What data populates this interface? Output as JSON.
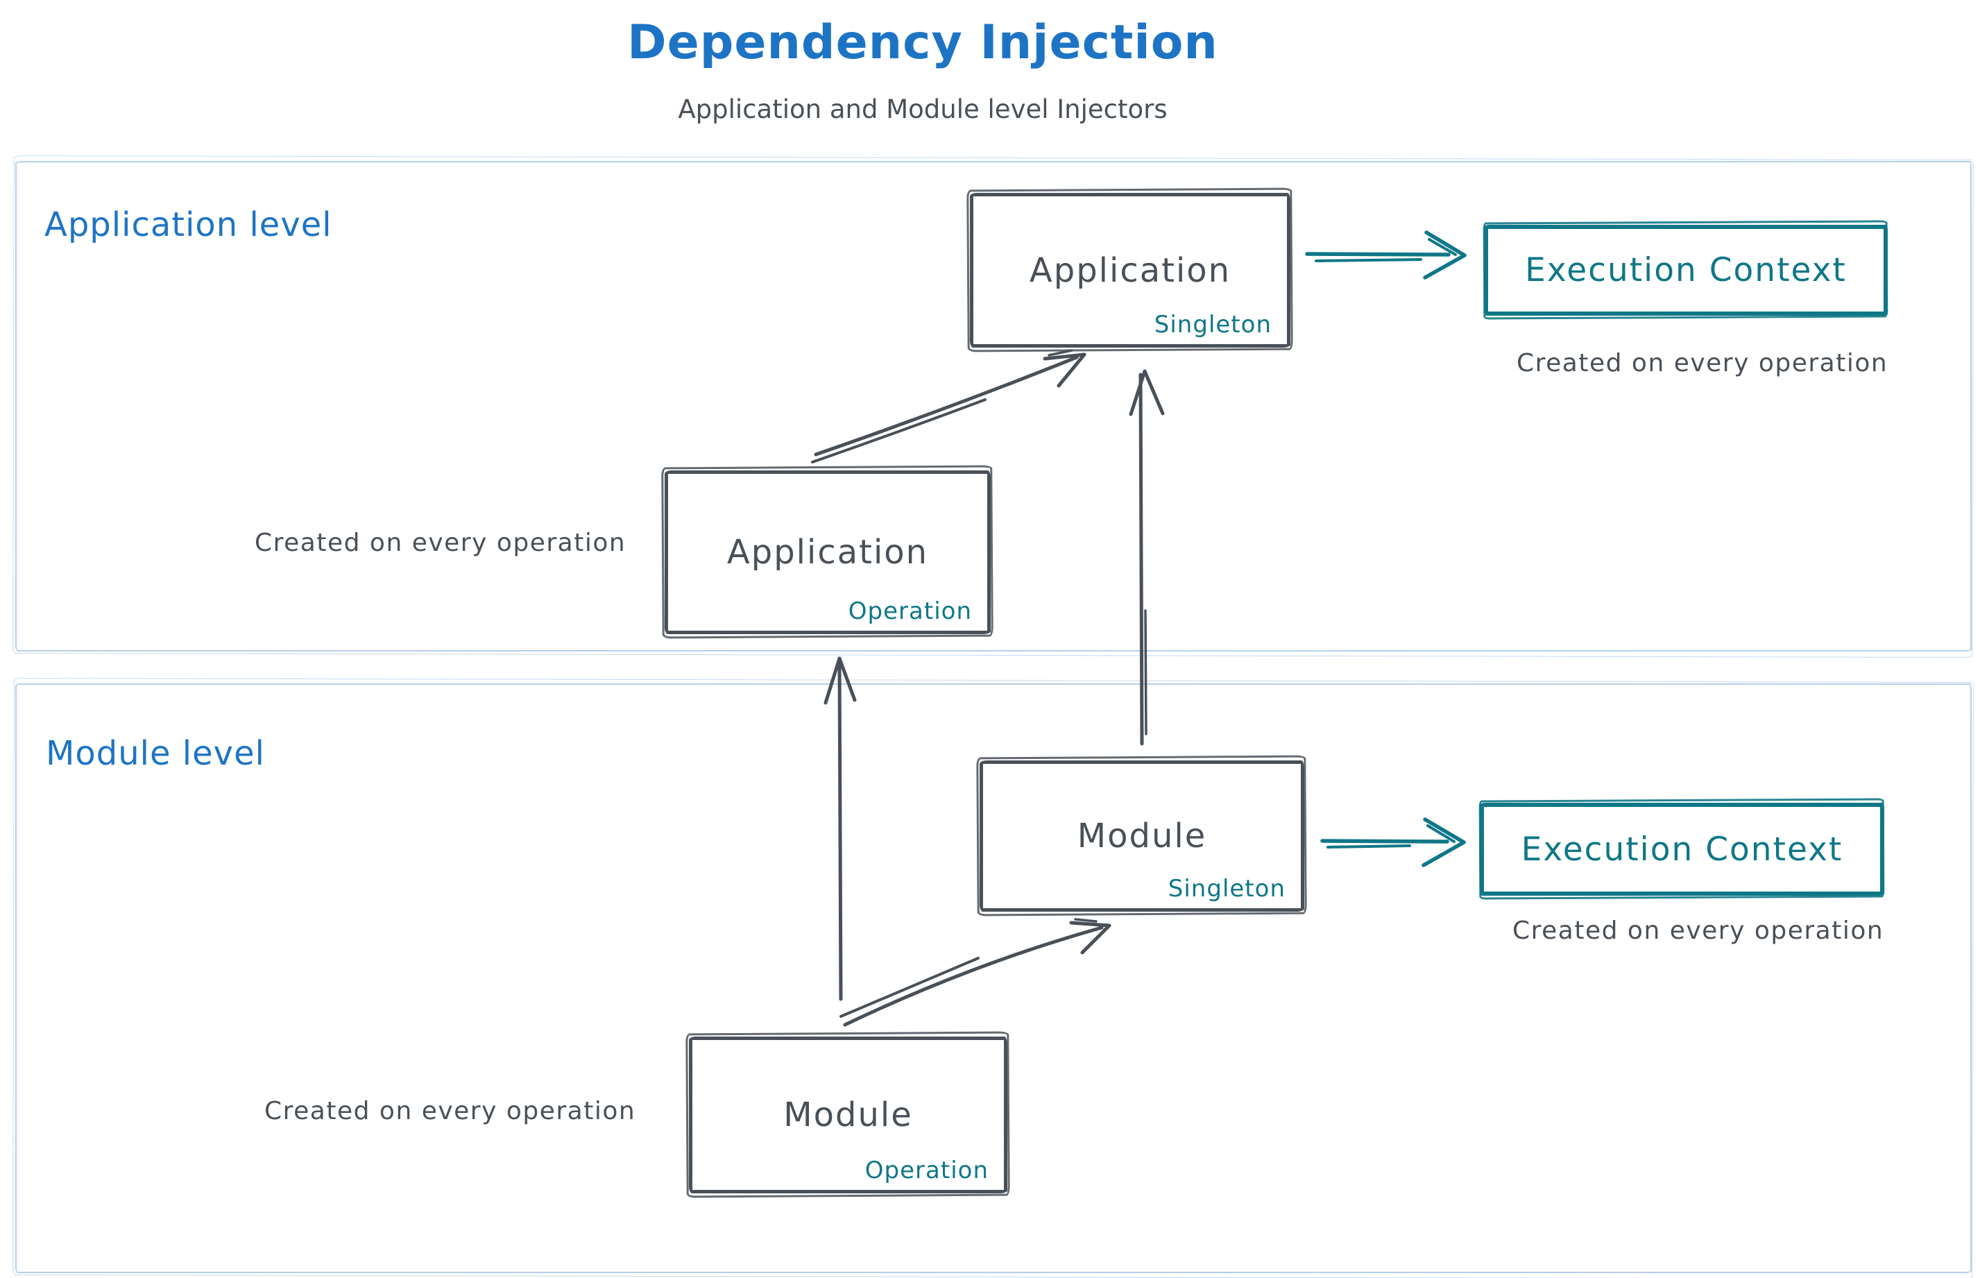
{
  "title": "Dependency Injection",
  "subtitle": "Application and Module level Injectors",
  "colors": {
    "heading_blue": "#1e74c4",
    "stroke_dark": "#495057",
    "accent_teal": "#0f7787",
    "section_border_blue": "#b5cfe9"
  },
  "sections": [
    {
      "label": "Application level",
      "singleton": {
        "title": "Application",
        "badge": "Singleton"
      },
      "operation": {
        "title": "Application",
        "badge": "Operation",
        "caption": "Created on every operation"
      },
      "execution": {
        "title": "Execution Context",
        "caption": "Created on every operation"
      }
    },
    {
      "label": "Module level",
      "singleton": {
        "title": "Module",
        "badge": "Singleton"
      },
      "operation": {
        "title": "Module",
        "badge": "Operation",
        "caption": "Created on every operation"
      },
      "execution": {
        "title": "Execution Context",
        "caption": "Created on every operation"
      }
    }
  ]
}
